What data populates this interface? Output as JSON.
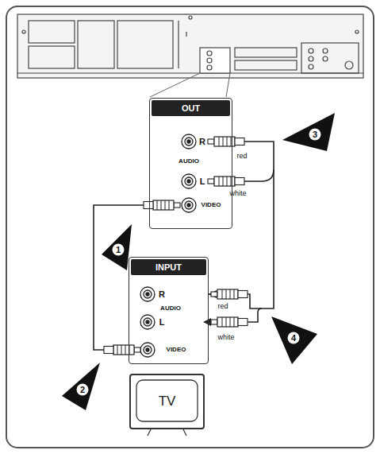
{
  "diagram": {
    "nodes": [
      {
        "text": [
          "OUT"
        ]
      },
      {
        "text": [
          "INPUT"
        ]
      },
      {
        "text": [
          "TV"
        ]
      }
    ],
    "edges": [
      {
        "from": 0,
        "to": 1,
        "arrow": "none"
      },
      {
        "from": 0,
        "to": 1,
        "arrow": "to"
      }
    ],
    "labels": [
      "R",
      "AUDIO",
      "L",
      "VIDEO",
      "red",
      "white",
      "1",
      "3",
      "R",
      "AUDIO",
      "L",
      "VIDEO",
      "red",
      "white",
      "4",
      "2"
    ]
  }
}
